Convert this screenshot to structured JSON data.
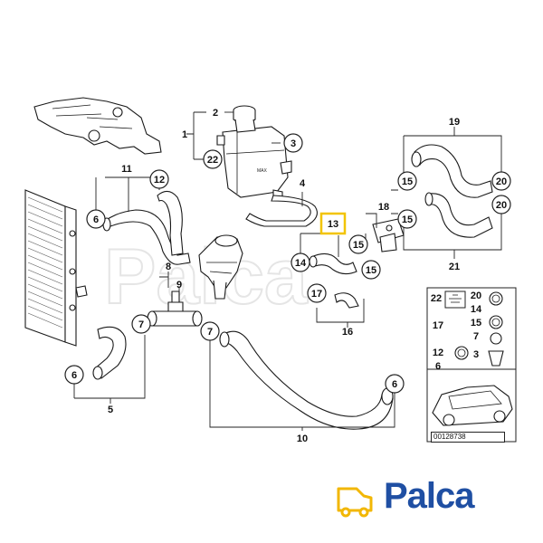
{
  "colors": {
    "highlight": "#f2c400",
    "brand_blue": "#1f4fa3",
    "brand_yellow": "#f2b705",
    "line": "#222222",
    "watermark": "#d6d6d6"
  },
  "callouts": {
    "c1": "1",
    "c2": "2",
    "c3": "3",
    "c4": "4",
    "c5": "5",
    "c6a": "6",
    "c6b": "6",
    "c7a": "7",
    "c7b": "7",
    "c8": "8",
    "c9": "9",
    "c10": "10",
    "c11": "11",
    "c12": "12",
    "c13": "13",
    "c14": "14",
    "c15a": "15",
    "c15b": "15",
    "c15c": "15",
    "c15d": "15",
    "c16": "16",
    "c17": "17",
    "c18": "18",
    "c19": "19",
    "c20a": "20",
    "c20b": "20",
    "c21": "21",
    "c22": "22",
    "c6c": "6"
  },
  "legend": {
    "r1a": "22",
    "r1b": "20",
    "r1c": "14",
    "r2a": "17",
    "r2b": "15",
    "r2c": "7",
    "r3a": "12",
    "r3b": "3",
    "r3c": "6",
    "doc_number": "00128738"
  },
  "icons": [
    "palca-truck-icon",
    "hose-clamp-icon",
    "expansion-tank-icon",
    "coolant-hose-icon",
    "radiator-icon",
    "water-pump-icon",
    "thermostat-housing-icon",
    "car-silhouette-icon"
  ],
  "brand": {
    "name": "Palca",
    "watermark": "Palca"
  }
}
